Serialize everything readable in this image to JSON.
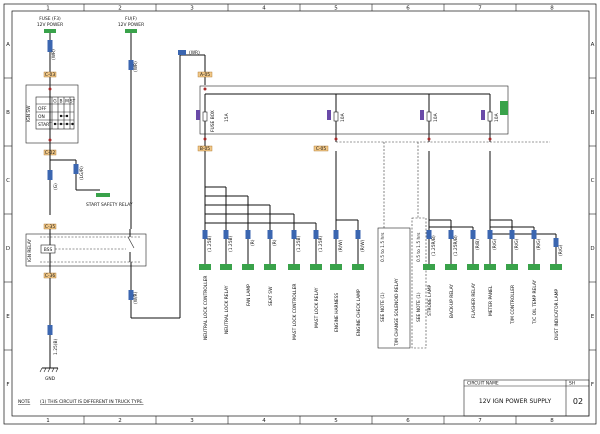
{
  "grid": {
    "columns": [
      "1",
      "2",
      "3",
      "4",
      "5",
      "6",
      "7",
      "8"
    ],
    "rows": [
      "A",
      "B",
      "C",
      "D",
      "E",
      "F"
    ]
  },
  "sources": {
    "fuse_f3": {
      "label": "FUSE (F3)",
      "sublabel": "12V POWER"
    },
    "f1": {
      "label": "FU(F)",
      "sublabel": "12V POWER"
    }
  },
  "wires": {
    "main_in": "(WR)",
    "left_vert": "(WR)",
    "col2_top": "(WR)",
    "col2_bottom": "(W/R)",
    "ssr_lg": "(LG/R)",
    "c35_g": "(G)",
    "gnd_w": "(W/B)",
    "gnd_lb": "1.25(B)"
  },
  "connectors": {
    "c03": "C-03",
    "c02": "C-02",
    "c35": "C-35",
    "c36": "C-36",
    "a05": "A-05",
    "b05": "B-05",
    "c05": "C-05"
  },
  "ign_sw": {
    "label": "IGN SW",
    "headers": [
      "G",
      "B",
      "M",
      "ST"
    ],
    "rows": [
      "OFF",
      "ON",
      "START"
    ]
  },
  "start_safety_relay": "START SAFETY RELAY",
  "ign_relay": {
    "label": "IGN RELAY",
    "box": "BSS"
  },
  "fuse_box": {
    "label": "FUSE BOX",
    "fuses": [
      "15A",
      "10A",
      "10A",
      "10A"
    ]
  },
  "loads": [
    {
      "wire": "(1.25B)",
      "label": "NEUTRAL LOCK CONTROLLER"
    },
    {
      "wire": "(1.25B)",
      "label": "NEUTRAL LOCK RELAY"
    },
    {
      "wire": "(R)",
      "label": "FAN LAMP"
    },
    {
      "wire": "(R)",
      "label": "SEAT SW"
    },
    {
      "wire": "(1.25B)",
      "label": "MAST LOCK CONTROLLER"
    },
    {
      "wire": "(1.25R)",
      "label": "MAST LOCK RELAY"
    },
    {
      "wire": "(R/W)",
      "label": "ENGINE HARNESS"
    },
    {
      "wire": "(R/W)",
      "label": "ENGINE CHECK LAMP"
    },
    {
      "wire": "0.5 to 1.5 hrs",
      "label": "SEE NOTE (1)"
    },
    {
      "wire": "",
      "label": "T/M CHANGE SOLENOID RELAY"
    },
    {
      "wire": "0.5 to 1.5 hrs",
      "label": "SEE NOTE (1)"
    },
    {
      "wire": "(1.25R/B)",
      "label": "STROBE LAMP"
    },
    {
      "wire": "(1.25R/B)",
      "label": "BACK-UP RELAY"
    },
    {
      "wire": "(R/B)",
      "label": "FLASHER RELAY"
    },
    {
      "wire": "(R/G)",
      "label": "METER PANEL"
    },
    {
      "wire": "(R/G)",
      "label": "T/M CONTROLLER"
    },
    {
      "wire": "(R/G)",
      "label": "T/C OIL TEMP RELAY"
    },
    {
      "wire": "(R/G)",
      "label": "DUST INDICATOR LAMP"
    }
  ],
  "ground": "GND",
  "note": {
    "title": "NOTE",
    "text": "(1) THIS CIRCUIT IS DIFFERENT IN TRUCK TYPE."
  },
  "title_block": {
    "circuit_name_label": "CIRCUIT NAME",
    "circuit_name": "12V IGN POWER SUPPLY",
    "sheet_label": "SH",
    "sheet_no": "02"
  }
}
